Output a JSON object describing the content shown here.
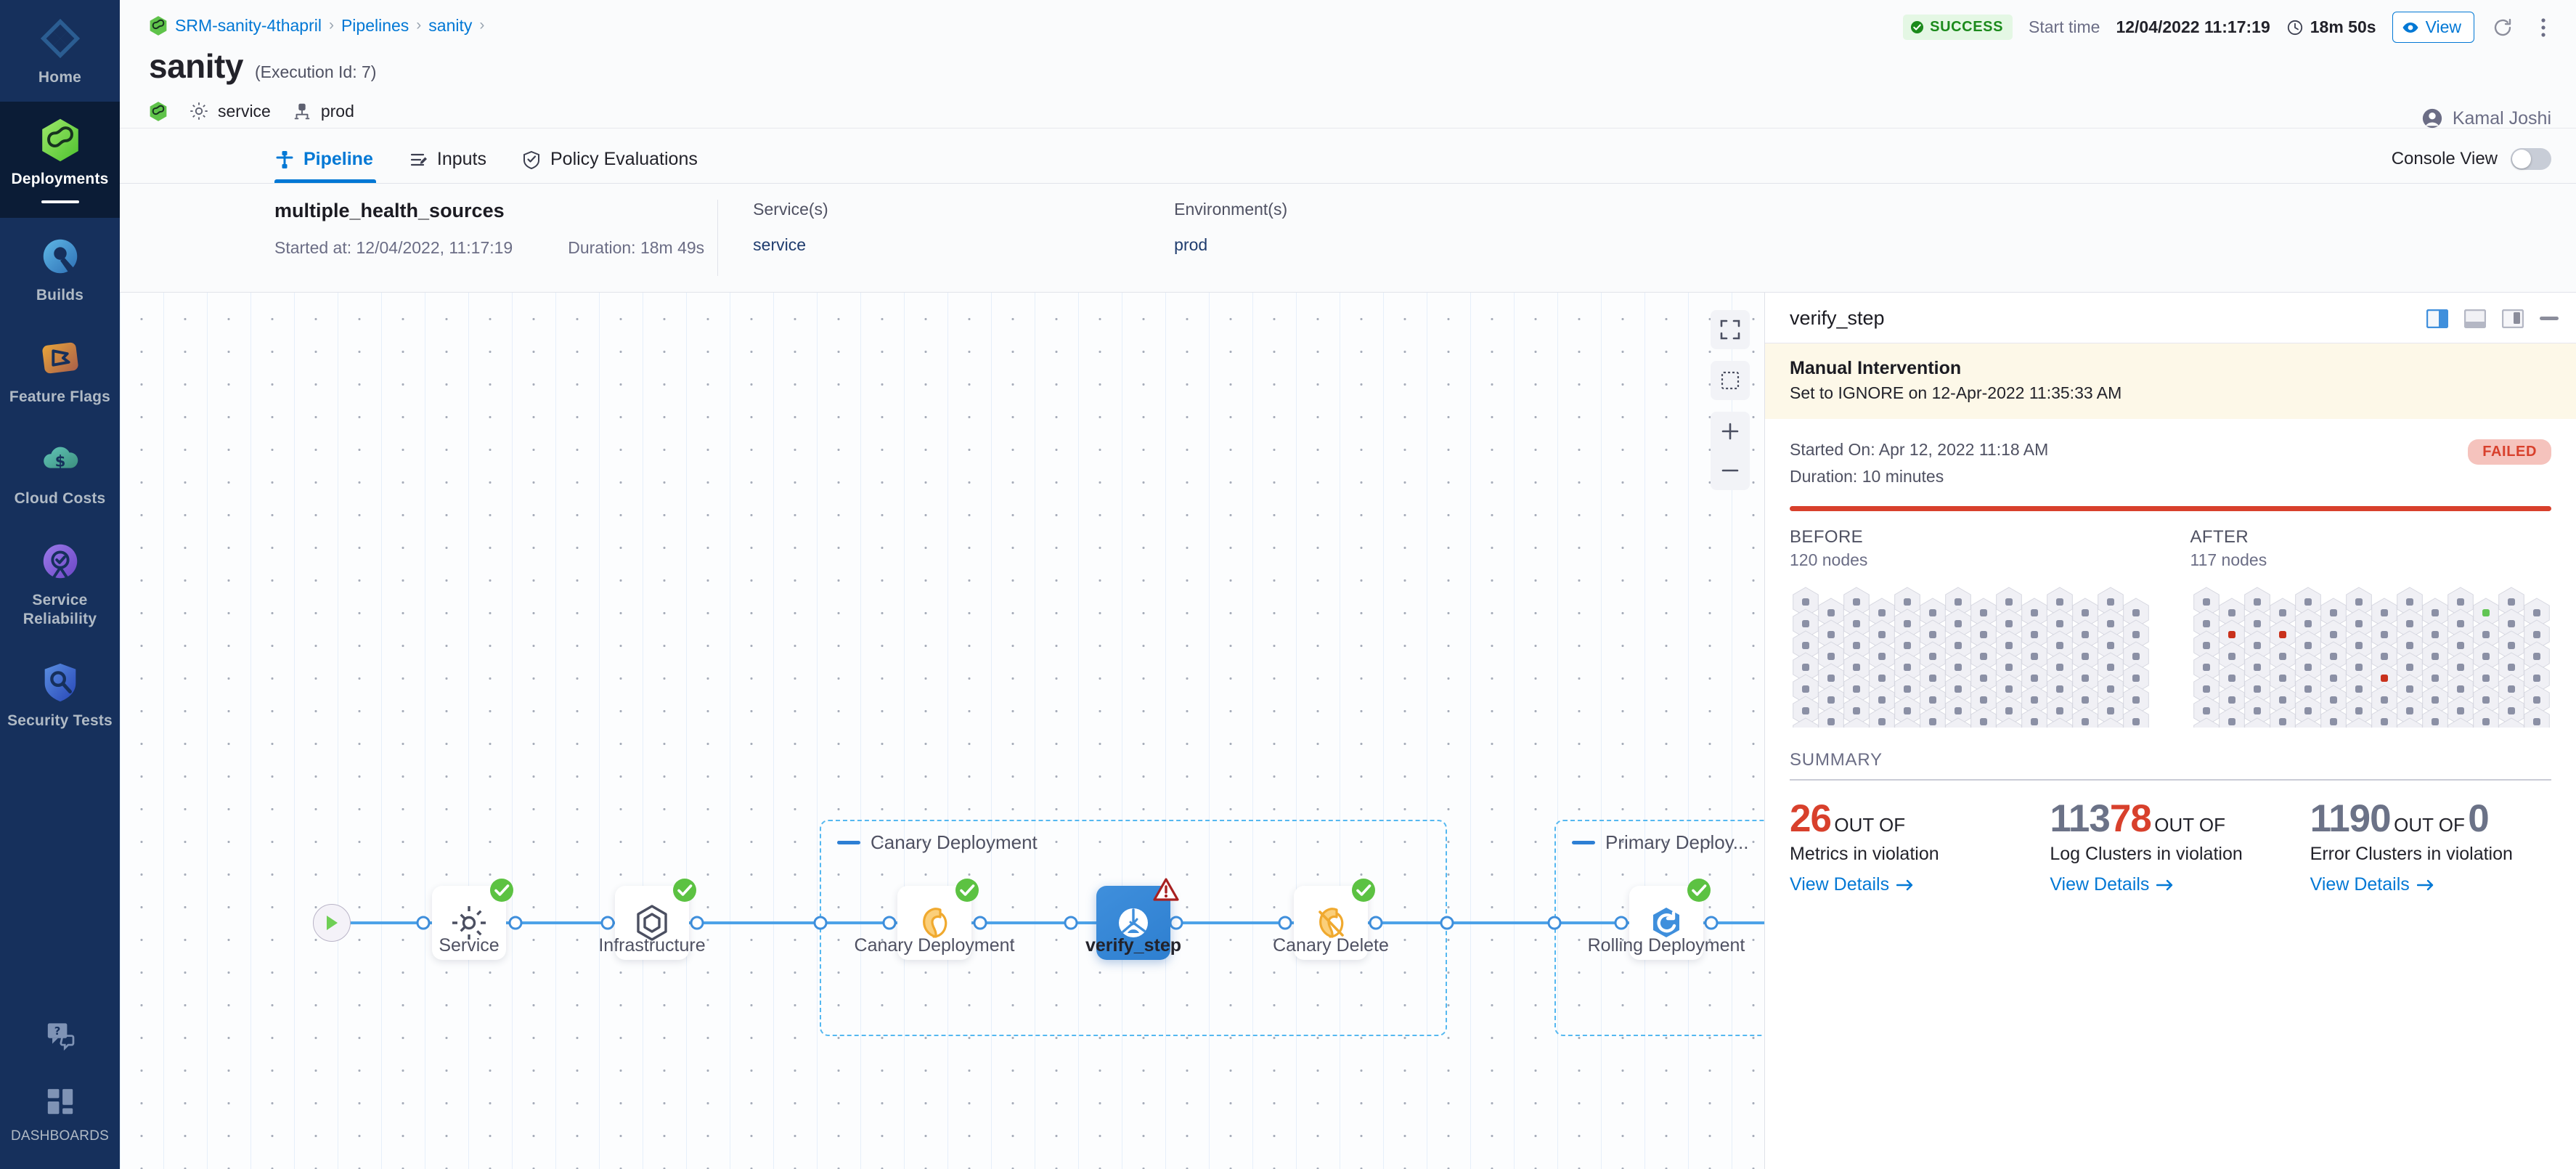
{
  "sidebar": {
    "items": [
      {
        "label": "Home",
        "icon": "home-diamond-icon",
        "active": false
      },
      {
        "label": "Deployments",
        "icon": "harness-infinity-icon",
        "active": true
      },
      {
        "label": "Builds",
        "icon": "builds-icon",
        "active": false
      },
      {
        "label": "Feature Flags",
        "icon": "feature-flags-icon",
        "active": false
      },
      {
        "label": "Cloud Costs",
        "icon": "cloud-cost-icon",
        "active": false
      },
      {
        "label": "Service Reliability",
        "icon": "service-reliability-icon",
        "active": false
      },
      {
        "label": "Security Tests",
        "icon": "security-shield-icon",
        "active": false
      }
    ],
    "help": {
      "label": "",
      "icon": "help-chat-icon"
    },
    "dashboards": {
      "label": "DASHBOARDS",
      "icon": "dashboards-grid-icon"
    }
  },
  "header": {
    "breadcrumb": [
      {
        "label": "SRM-sanity-4thapril",
        "icon": "harness-hex-icon"
      },
      {
        "label": "Pipelines"
      },
      {
        "label": "sanity"
      }
    ],
    "breadcrumb_separator": "›",
    "title": "sanity",
    "execution_id": "(Execution Id: 7)",
    "service_chip": {
      "label": "service",
      "icon": "gear-icon"
    },
    "environment_chip": {
      "label": "prod",
      "icon": "environment-icon"
    },
    "status_badge": "SUCCESS",
    "start_time_label": "Start time",
    "start_time_value": "12/04/2022 11:17:19",
    "duration": "18m 50s",
    "view_button": "View",
    "refresh_icon": "refresh-icon",
    "more_icon": "more-vertical-icon",
    "user": {
      "name": "Kamal Joshi",
      "icon": "avatar-icon"
    }
  },
  "tabs": [
    {
      "label": "Pipeline",
      "icon": "pipeline-icon",
      "active": true
    },
    {
      "label": "Inputs",
      "icon": "inputs-icon",
      "active": false
    },
    {
      "label": "Policy Evaluations",
      "icon": "policy-shield-icon",
      "active": false
    }
  ],
  "console_view": {
    "label": "Console View",
    "enabled": false
  },
  "stage_summary": {
    "name": "multiple_health_sources",
    "started_at": "Started at: 12/04/2022, 11:17:19",
    "duration": "Duration: 18m 49s",
    "services_header": "Service(s)",
    "services_value": "service",
    "environments_header": "Environment(s)",
    "environments_value": "prod"
  },
  "pipeline": {
    "start_icon": "play-icon",
    "end_icon": "stop-icon",
    "nodes": [
      {
        "label": "Service",
        "icon": "gear-icon",
        "status": "success",
        "selected": false
      },
      {
        "label": "Infrastructure",
        "icon": "infrastructure-hex-icon",
        "status": "success",
        "selected": false
      },
      {
        "label": "Canary Deployment",
        "icon": "canary-bird-icon",
        "status": "success",
        "selected": false
      },
      {
        "label": "verify_step",
        "icon": "verify-icon",
        "status": "warning",
        "selected": true
      },
      {
        "label": "Canary Delete",
        "icon": "canary-delete-icon",
        "status": "success",
        "selected": false
      },
      {
        "label": "Rolling Deployment",
        "icon": "rolling-deploy-icon",
        "status": "success",
        "selected": false
      }
    ],
    "groups": [
      {
        "name": "Canary Deployment"
      },
      {
        "name": "Primary Deploy..."
      }
    ],
    "controls": [
      {
        "name": "fit-to-screen-icon"
      },
      {
        "name": "select-area-icon"
      },
      {
        "name": "zoom-in-icon"
      },
      {
        "name": "zoom-out-icon"
      }
    ]
  },
  "details": {
    "title": "verify_step",
    "panel_icons": [
      {
        "name": "dock-right-icon",
        "active": true
      },
      {
        "name": "dock-bottom-icon",
        "active": false
      },
      {
        "name": "float-panel-icon",
        "active": false
      },
      {
        "name": "minimize-icon",
        "active": false
      }
    ],
    "notice": {
      "title": "Manual Intervention",
      "subtitle": "Set to IGNORE on 12-Apr-2022 11:35:33 AM"
    },
    "started_on": "Started On: Apr 12, 2022 11:18 AM",
    "duration": "Duration: 10 minutes",
    "status_badge": "FAILED",
    "before": {
      "title": "BEFORE",
      "nodes": "120 nodes"
    },
    "after": {
      "title": "AFTER",
      "nodes": "117 nodes"
    },
    "summary_label": "SUMMARY",
    "summary": [
      {
        "numerator": "26",
        "numerator_color": "red",
        "out_of": "OUT OF",
        "denominator": "",
        "description": "Metrics in violation",
        "link": "View Details"
      },
      {
        "numerator_gray": "113",
        "numerator_red": "78",
        "out_of": "OUT OF",
        "denominator": "",
        "description": "Log Clusters in violation",
        "link": "View Details"
      },
      {
        "numerator": "1190",
        "numerator_color": "gray",
        "out_of": "OUT OF",
        "denominator": "0",
        "description": "Error Clusters in violation",
        "link": "View Details"
      }
    ]
  },
  "colors": {
    "accent_blue": "#0278d5",
    "success_green": "#1b8a1b",
    "fail_red": "#d8402c",
    "nav_bg": "#16305c",
    "node_gray": "#8b90a5",
    "node_red": "#c9311c",
    "node_green": "#62c554"
  }
}
